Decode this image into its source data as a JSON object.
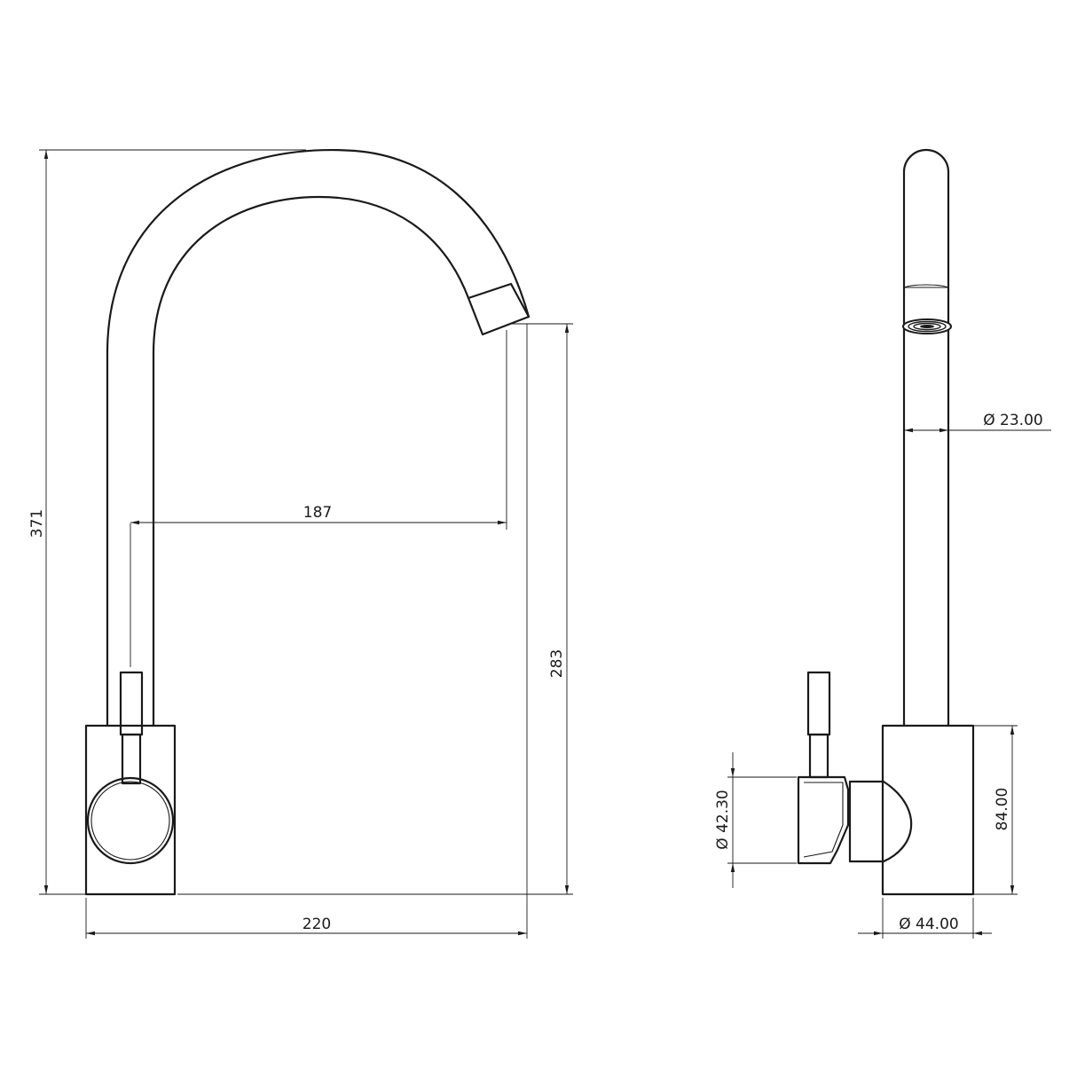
{
  "dimensions": {
    "front_height_total": "371",
    "spout_reach": "187",
    "spout_height": "283",
    "front_width": "220",
    "spout_diameter": "Ø 23.00",
    "lever_diameter": "Ø 42.30",
    "base_height": "84.00",
    "base_diameter": "Ø 44.00"
  },
  "colors": {
    "line": "#1a1a1a",
    "background": "#ffffff"
  }
}
